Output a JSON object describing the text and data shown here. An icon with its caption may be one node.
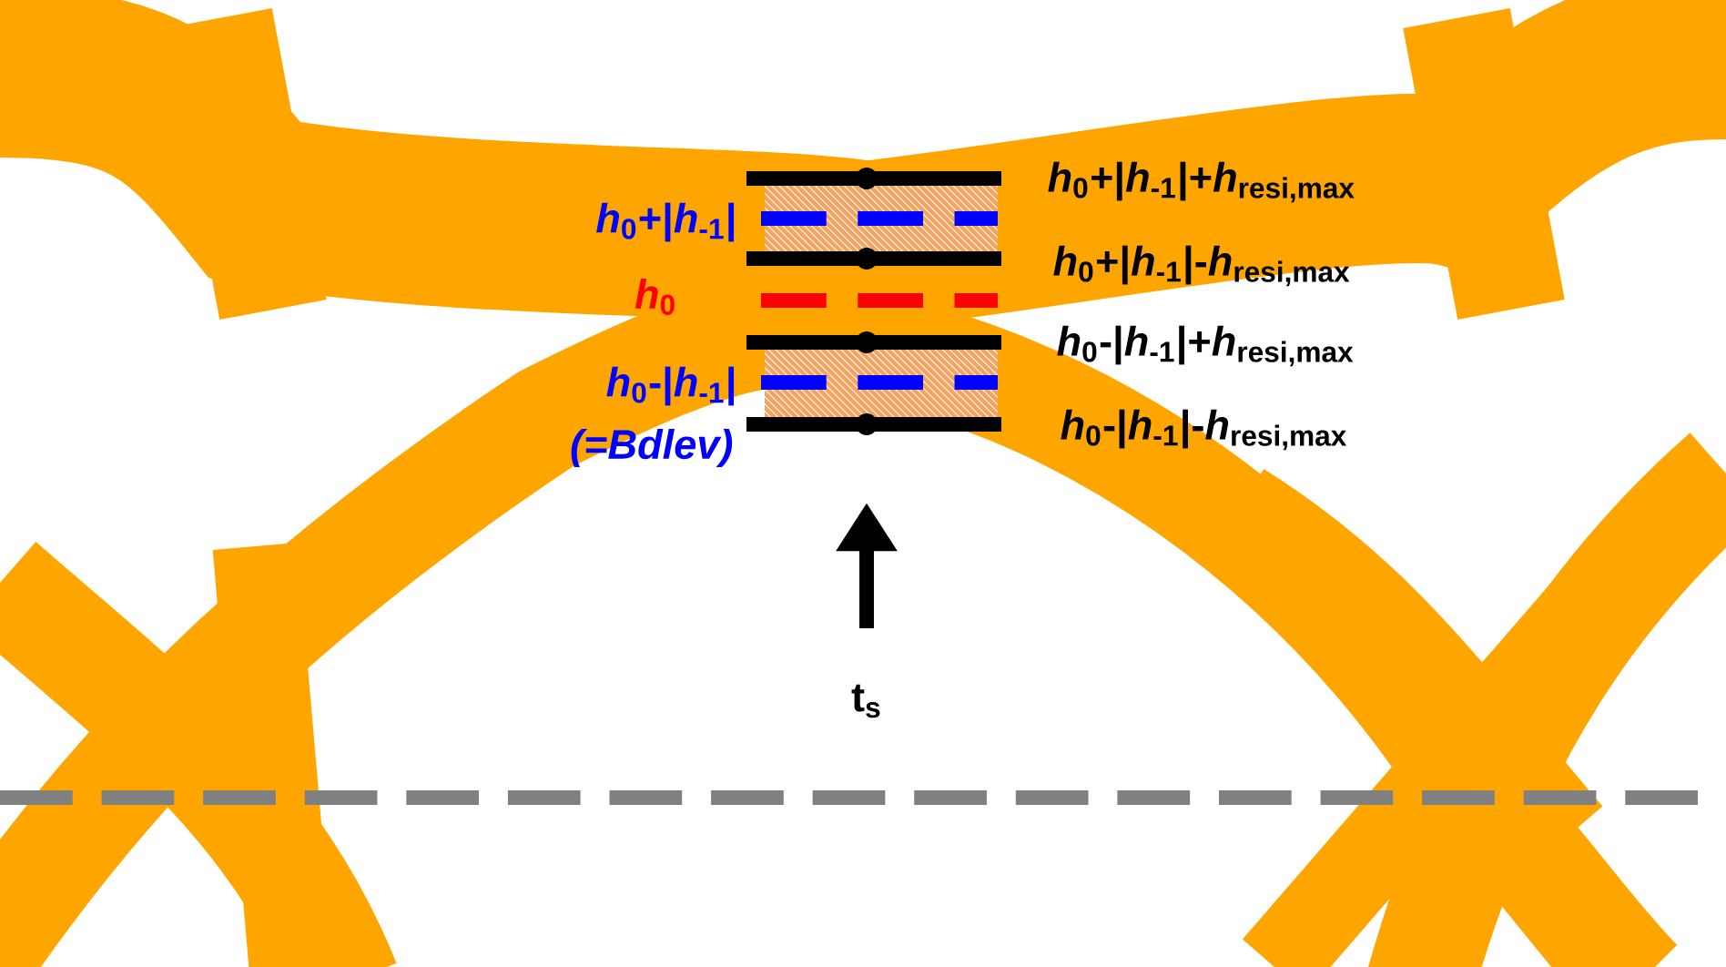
{
  "diagram": {
    "labels": [
      "*h*$_{0}$+|*h*$_{-1}$|+*h*$_{resi,max}$",
      "*h*$_{0}$+|*h*$_{-1}$|",
      "*h*$_{0}$+|*h*$_{-1}$|-*h*$_{resi,max}$",
      "*h*$_{0}$",
      "*h*$_{0}$-|*h*$_{-1}$|+*h*$_{resi,max}$",
      "*h*$_{0}$-|*h*$_{-1}$|",
      "*h*$_{0}$-|*h*$_{-1}$|-*h*$_{resi,max}$",
      "*(=Bdlev)*",
      "t$_{s}$"
    ]
  }
}
